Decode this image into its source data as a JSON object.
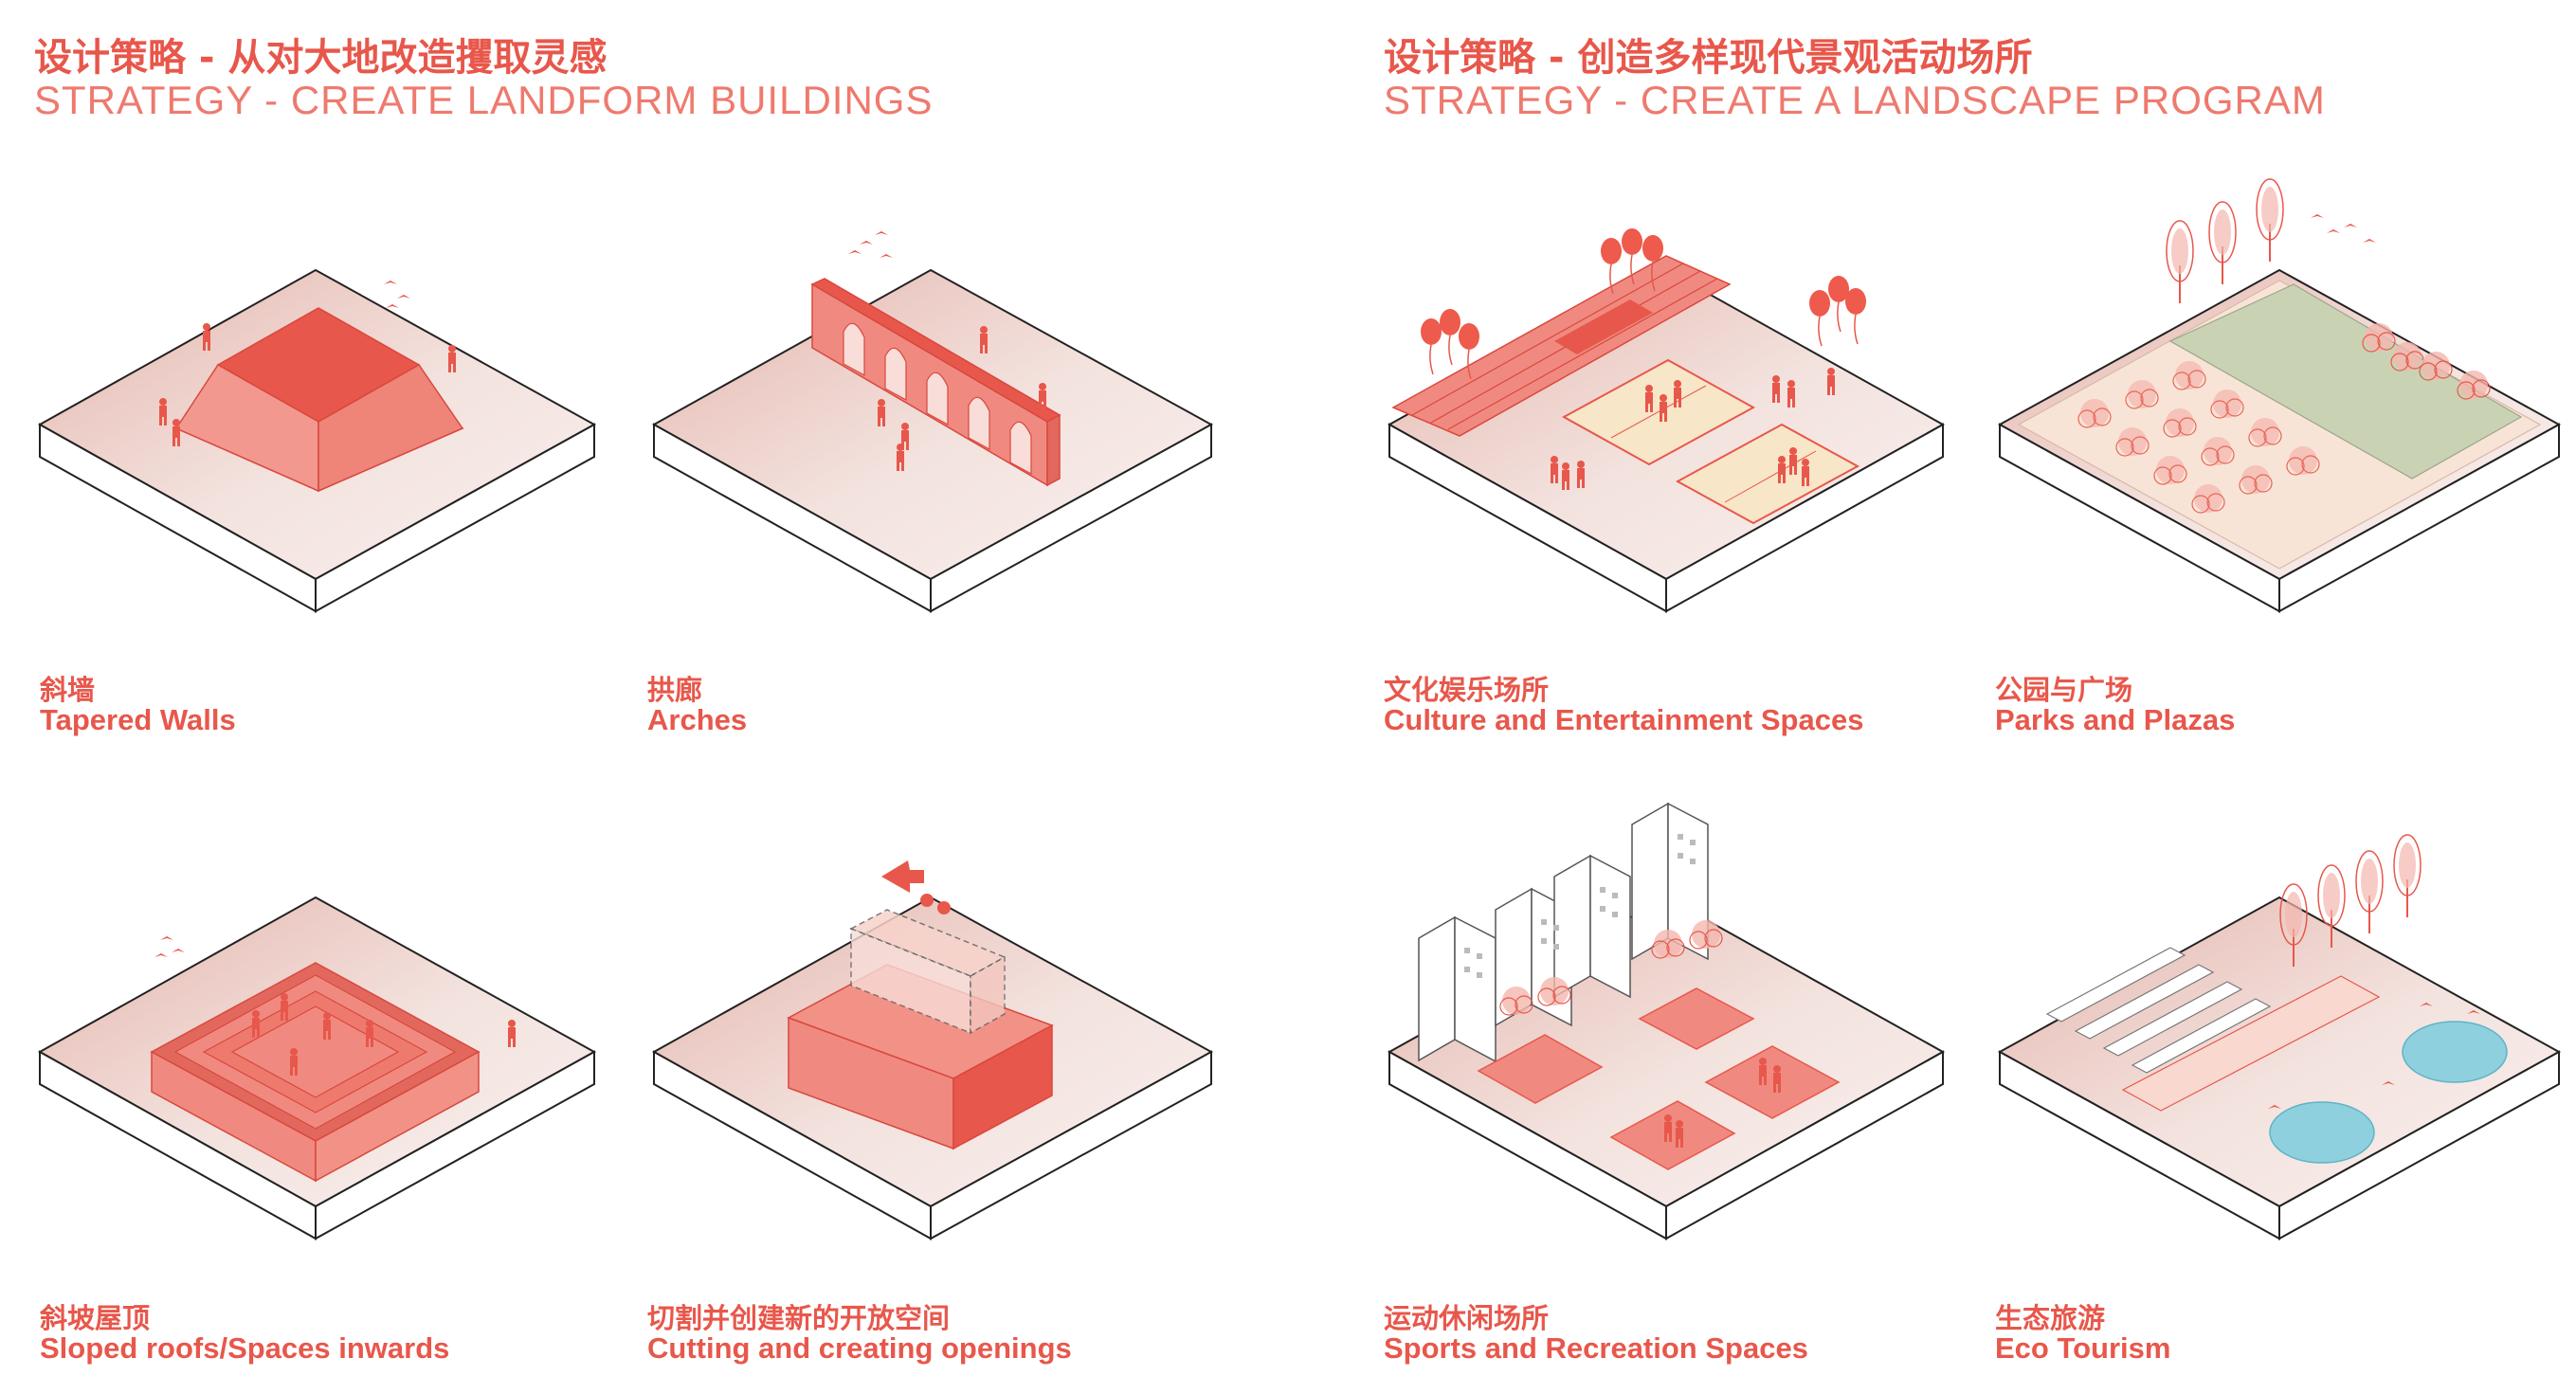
{
  "headers": {
    "left": {
      "cn": "设计策略 - 从对大地改造攫取灵感",
      "en": "STRATEGY - CREATE LANDFORM BUILDINGS"
    },
    "right": {
      "cn": "设计策略 - 创造多样现代景观活动场所",
      "en": "STRATEGY - CREATE A LANDSCAPE PROGRAM"
    }
  },
  "panels": [
    {
      "id": "tapered-walls",
      "cn": "斜墙",
      "en": "Tapered Walls"
    },
    {
      "id": "arches",
      "cn": "拱廊",
      "en": "Arches"
    },
    {
      "id": "culture",
      "cn": "文化娱乐场所",
      "en": "Culture and Entertainment Spaces"
    },
    {
      "id": "parks",
      "cn": "公园与广场",
      "en": "Parks and Plazas"
    },
    {
      "id": "sloped-roofs",
      "cn": "斜坡屋顶",
      "en": "Sloped roofs/Spaces inwards"
    },
    {
      "id": "cutting",
      "cn": "切割并创建新的开放空间",
      "en": "Cutting and creating openings"
    },
    {
      "id": "sports",
      "cn": "运动休闲场所",
      "en": "Sports and Recreation Spaces"
    },
    {
      "id": "eco",
      "cn": "生态旅游",
      "en": "Eco Tourism"
    }
  ],
  "colors": {
    "accent": "#e8574b",
    "accent_light": "#ee7a6e",
    "mass": "#f08a80",
    "mass_dark": "#e2685d",
    "ground_top": "#f3e3df",
    "ground_side": "#ffffff",
    "lawn": "#c9d3b4",
    "water": "#8fd0df",
    "outline": "#222222"
  },
  "icons": [
    "person-figure",
    "bird",
    "balloon",
    "tree",
    "arrow"
  ]
}
